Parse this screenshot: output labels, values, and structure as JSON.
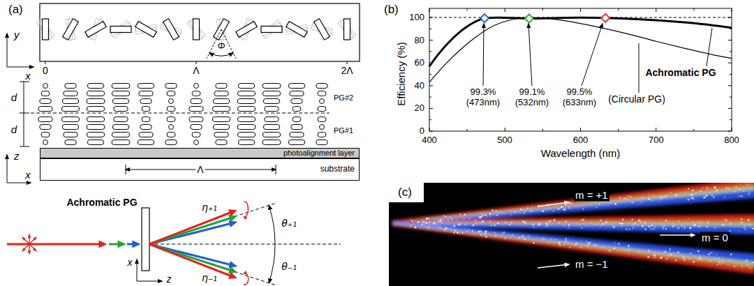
{
  "diagram": {
    "nodes": [
      {
        "text": [
          "photoalignment layer"
        ]
      },
      {
        "text": [
          "substrate"
        ]
      }
    ],
    "labels": [
      "(a)",
      "y",
      "x",
      "0",
      "Λ",
      "2Λ",
      "Φ",
      "d",
      "d",
      "PG#2",
      "PG#1",
      "z",
      "x",
      "Λ",
      "Achromatic PG",
      "η₊₁",
      "θ₊₁",
      "θ₋₁",
      "η₋₁",
      "x",
      "z",
      "(b)",
      "100",
      "80",
      "60",
      "40",
      "20",
      "0",
      "Efficiency (%)",
      "400",
      "500",
      "600",
      "700",
      "800",
      "Wavelength (nm)",
      "Achromatic PG",
      "(Circular PG)",
      "99.3%",
      "(473nm)",
      "99.1%",
      "(532nm)",
      "99.5%",
      "(633nm)",
      "(c)",
      "m = +1",
      "m = 0",
      "m = −1"
    ]
  }
}
